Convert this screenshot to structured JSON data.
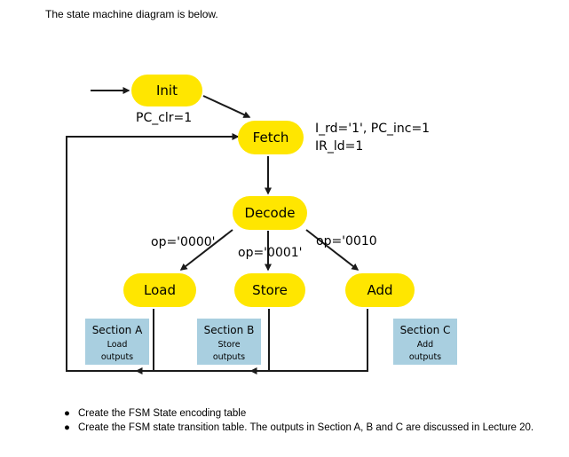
{
  "intro_text": "The state machine diagram is below.",
  "states": {
    "init": "Init",
    "fetch": "Fetch",
    "decode": "Decode",
    "load": "Load",
    "store": "Store",
    "add": "Add"
  },
  "annotations": {
    "init_output": "PC_clr=1",
    "fetch_output_line1": "I_rd='1', PC_inc=1",
    "fetch_output_line2": "IR_ld=1",
    "op_load": "op='0000'",
    "op_store": "op='0001'",
    "op_add": "op='0010"
  },
  "sections": [
    {
      "title": "Section A",
      "line1": "Load",
      "line2": "outputs"
    },
    {
      "title": "Section B",
      "line1": "Store",
      "line2": "outputs"
    },
    {
      "title": "Section C",
      "line1": "Add",
      "line2": "outputs"
    }
  ],
  "bullets": [
    {
      "marker": "●",
      "text": "Create the FSM State encoding table"
    },
    {
      "marker": "●",
      "text": "Create the FSM state transition table.  The outputs in Section A, B and C are discussed in Lecture 20."
    }
  ],
  "colors": {
    "state_fill": "#ffe600",
    "section_fill": "#a9cfe0",
    "line": "#1a1a1a"
  }
}
